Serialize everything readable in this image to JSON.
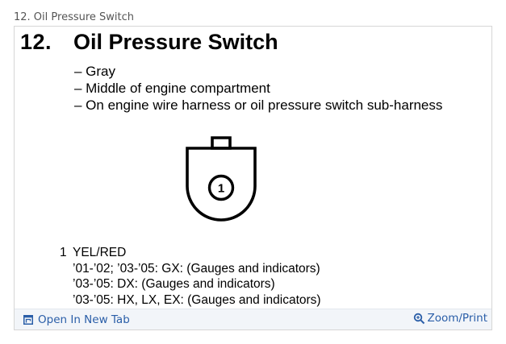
{
  "caption": "12. Oil Pressure Switch",
  "document": {
    "number": "12.",
    "title": "Oil Pressure Switch",
    "bullets": [
      "– Gray",
      "– Middle of engine compartment",
      "– On engine wire harness or oil pressure switch sub-harness"
    ],
    "connector": {
      "pin_label": "1"
    },
    "pins": [
      {
        "number": "1",
        "color": "YEL/RED",
        "notes": [
          "’01-’02; ’03-’05: GX: (Gauges and indicators)",
          "’03-’05: DX: (Gauges and indicators)",
          "’03-’05: HX, LX, EX: (Gauges and indicators)"
        ]
      }
    ]
  },
  "footer": {
    "open_tab_label": "Open In New Tab",
    "zoom_label": "Zoom/Print",
    "link_color": "#2a5ea8",
    "open_tab_icon": "open-in-new-tab-icon",
    "zoom_icon": "magnifier-icon"
  }
}
